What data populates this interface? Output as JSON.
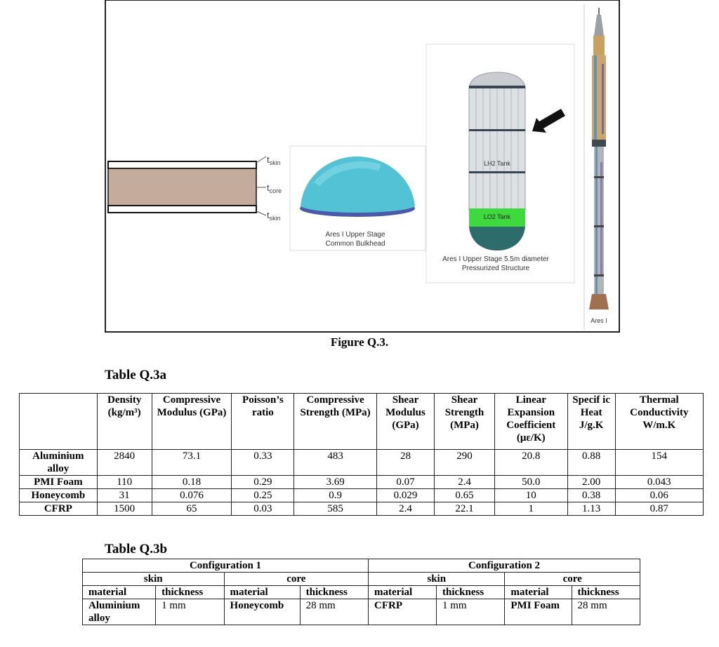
{
  "figure": {
    "caption": "Figure Q.3.",
    "sandwich_labels": {
      "t_skin_top": "t",
      "t_skin_top_sub": "skin",
      "t_core": "t",
      "t_core_sub": "core",
      "t_skin_bottom": "t",
      "t_skin_bottom_sub": "skin"
    },
    "bulkhead_caption_line1": "Ares I Upper Stage",
    "bulkhead_caption_line2": "Common Bulkhead",
    "tank_label_lh2": "LH2 Tank",
    "tank_label_lo2": "LO2 Tank",
    "tank_caption_line1": "Ares I Upper Stage 5.5m diameter",
    "tank_caption_line2": "Pressurized Structure",
    "rocket_caption": "Ares I",
    "colors": {
      "core_fill": "#c4ab9c",
      "bulkhead": "#4fc3d6",
      "lo2": "#3fd83f",
      "tank_dome": "#2e6b6b"
    }
  },
  "table_a": {
    "title": "Table Q.3a",
    "headers": [
      "",
      "Density (kg/m³)",
      "Compressive Modulus (GPa)",
      "Poisson’s ratio",
      "Compressive Strength (MPa)",
      "Shear Modulus (GPa)",
      "Shear Strength (MPa)",
      "Linear Expansion Coefficient (με/K)",
      "Specif ic Heat J/g.K",
      "Thermal Conductivity W/m.K"
    ],
    "rows": [
      [
        "Aluminium alloy",
        "2840",
        "73.1",
        "0.33",
        "483",
        "28",
        "290",
        "20.8",
        "0.88",
        "154"
      ],
      [
        "PMI Foam",
        "110",
        "0.18",
        "0.29",
        "3.69",
        "0.07",
        "2.4",
        "50.0",
        "2.00",
        "0.043"
      ],
      [
        "Honeycomb",
        "31",
        "0.076",
        "0.25",
        "0.9",
        "0.029",
        "0.65",
        "10",
        "0.38",
        "0.06"
      ],
      [
        "CFRP",
        "1500",
        "65",
        "0.03",
        "585",
        "2.4",
        "22.1",
        "1",
        "1.13",
        "0.87"
      ]
    ]
  },
  "table_b": {
    "title": "Table Q.3b",
    "config1": "Configuration 1",
    "config2": "Configuration 2",
    "skin": "skin",
    "core": "core",
    "material": "material",
    "thickness": "thickness",
    "row": {
      "c1_skin_material": "Aluminium alloy",
      "c1_skin_thickness": "1 mm",
      "c1_core_material": "Honeycomb",
      "c1_core_thickness": "28 mm",
      "c2_skin_material": "CFRP",
      "c2_skin_thickness": "1 mm",
      "c2_core_material": "PMI Foam",
      "c2_core_thickness": "28 mm"
    }
  }
}
